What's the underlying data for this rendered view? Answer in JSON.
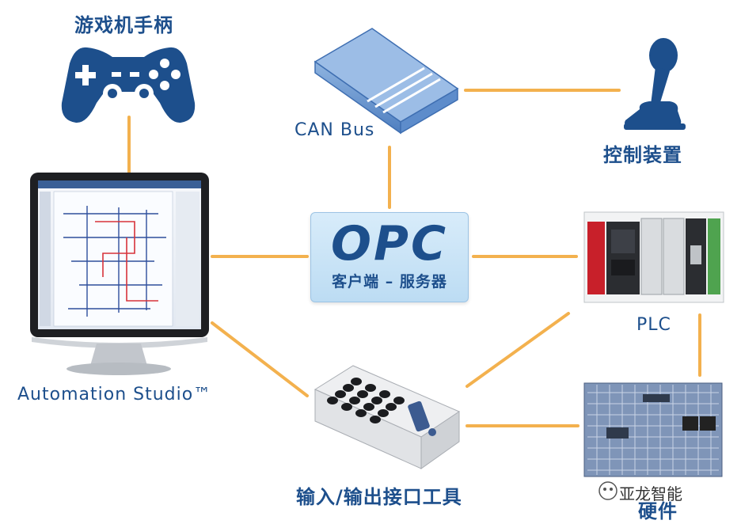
{
  "center": {
    "title": "OPC",
    "subtitle": "客户端 – 服务器"
  },
  "nodes": {
    "gamepad": "游戏机手柄",
    "can_bus": "CAN Bus",
    "control_device": "控制装置",
    "automation_studio": "Automation Studio™",
    "plc": "PLC",
    "io_tool": "输入/输出接口工具",
    "hardware": "硬件"
  },
  "watermark": "亚龙智能",
  "colors": {
    "brand_blue": "#1d4f8c",
    "connector_orange": "#f2a93b",
    "opc_box": "#c9e3f6"
  }
}
